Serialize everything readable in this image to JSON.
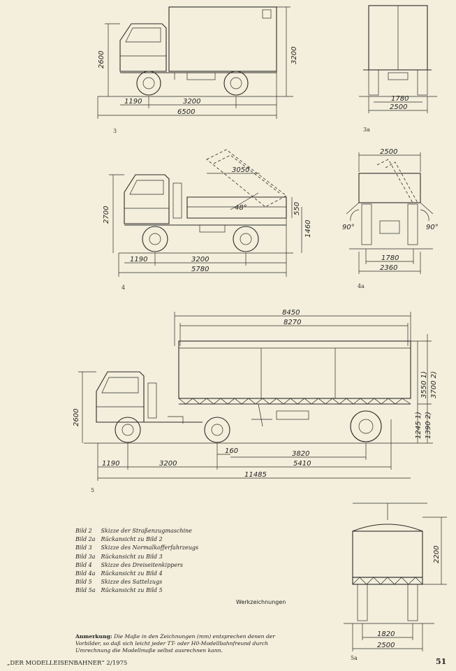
{
  "fig3": {
    "dims": {
      "h_cab": "2600",
      "h_box": "3200",
      "d1": "1190",
      "d2": "3200",
      "total": "6500"
    },
    "label": "3",
    "rear": {
      "label": "3a",
      "track": "1780",
      "width": "2500"
    }
  },
  "fig4": {
    "dims": {
      "h_cab": "2700",
      "bed_len": "3050",
      "angle": "48°",
      "side": "550",
      "h_bed": "1460",
      "d1": "1190",
      "d2": "3200",
      "total": "5780"
    },
    "label": "4",
    "rear": {
      "label": "4a",
      "width_top": "2500",
      "angle_l": "90°",
      "angle_r": "90°",
      "track": "1780",
      "width": "2360"
    }
  },
  "fig5": {
    "dims": {
      "len_outer": "8450",
      "len_inner": "8270",
      "h1": "3550 1)",
      "h2": "3700 2)",
      "h_cab": "2600",
      "h3": "1245 1)",
      "h4": "1390 2)",
      "d160": "160",
      "d3820": "3820",
      "d1190": "1190",
      "d3200": "3200",
      "d5410": "5410",
      "total": "11485"
    },
    "label": "5",
    "rear": {
      "label": "5a",
      "height": "2200",
      "track": "1820",
      "width": "2500"
    }
  },
  "captions": [
    {
      "num": "Bild 2",
      "text": "Skizze der Straßenzugmaschine"
    },
    {
      "num": "Bild 2a",
      "text": "Rückansicht zu Bild 2"
    },
    {
      "num": "Bild 3",
      "text": "Skizze des Normalkofferfahrzeugs"
    },
    {
      "num": "Bild 3a",
      "text": "Rückansicht zu Bild 3"
    },
    {
      "num": "Bild 4",
      "text": "Skizze des Dreiseitenkippers"
    },
    {
      "num": "Bild 4a",
      "text": "Rückansicht zu Bild 4"
    },
    {
      "num": "Bild 5",
      "text": "Skizze des Sattelzugs"
    },
    {
      "num": "Bild 5a",
      "text": "Rückansicht zu Bild 5"
    }
  ],
  "credit": "Werkzeichnungen",
  "note": {
    "label": "Anmerkung:",
    "text": "Die Maße in den Zeichnungen (mm) entsprechen denen der Vorbilder, so daß sich leicht jeder TT- oder H0-Modellbahnfreund durch Umrechnung die Modellmaße selbst ausrechnen kann."
  },
  "footer": {
    "magazine": "„DER MODELLEISENBAHNER“ 2/1975",
    "page": "51"
  }
}
